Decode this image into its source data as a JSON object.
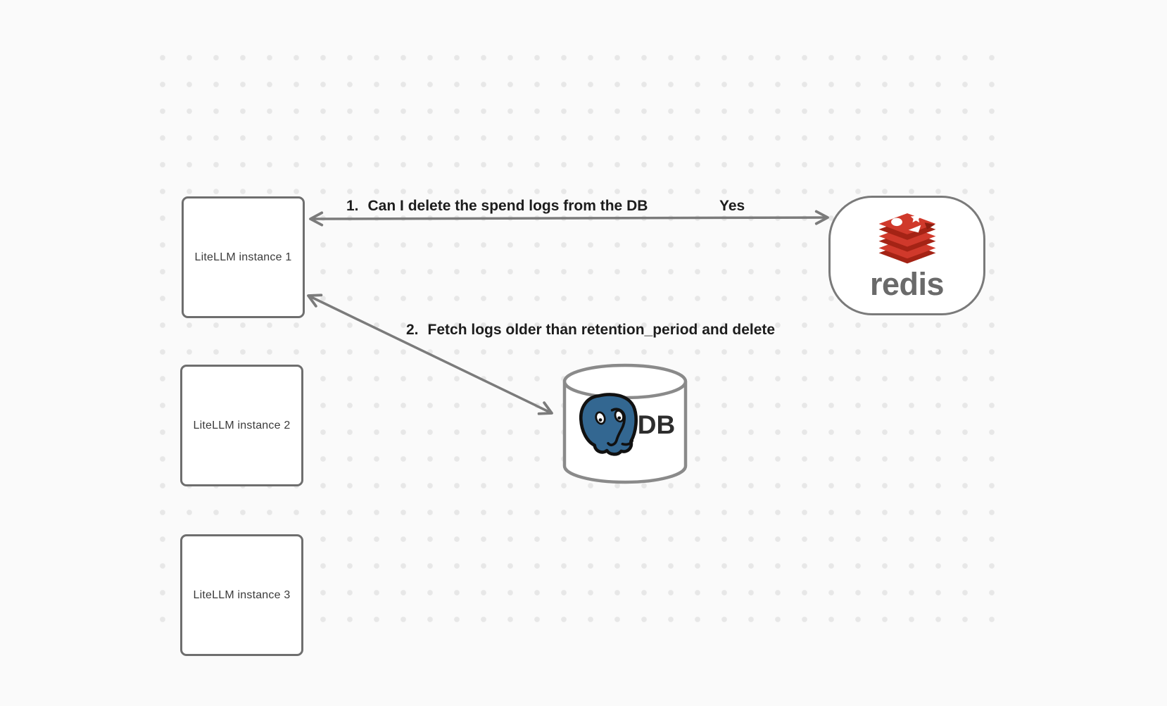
{
  "diagram": {
    "nodes": {
      "instances": [
        {
          "label": "LiteLLM instance 1"
        },
        {
          "label": "LiteLLM instance 2"
        },
        {
          "label": "LiteLLM instance 3"
        }
      ],
      "redis": {
        "wordmark": "redis",
        "icon": "redis-stacked-discs-logo"
      },
      "database": {
        "label": "DB",
        "icon": "postgresql-elephant-logo",
        "shape": "cylinder"
      }
    },
    "edges": [
      {
        "num": "1.",
        "label": "Can I delete the spend logs from the DB",
        "reply": "Yes"
      },
      {
        "num": "2.",
        "label": "Fetch logs older than retention_period and delete"
      }
    ]
  },
  "colors": {
    "background": "#fafafa",
    "grid_dots": "#e7e7e7",
    "node_border": "#6e6e6e",
    "redis_node_border": "#7a7a7a",
    "arrow": "#7b7b7b",
    "edge_label_text": "#1d1d1d",
    "node_label_text": "#3b3b3b",
    "redis_red": "#d0392b",
    "redis_red_dark": "#a42315",
    "redis_wordmark": "#6a6a6a",
    "postgres_blue": "#336791",
    "db_text": "#2d2d2d"
  }
}
